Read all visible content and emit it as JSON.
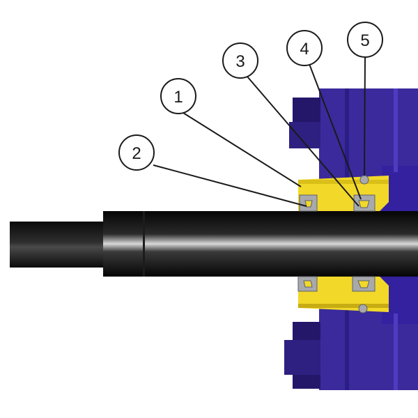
{
  "callouts": [
    {
      "label": "1"
    },
    {
      "label": "2"
    },
    {
      "label": "3"
    },
    {
      "label": "4"
    },
    {
      "label": "5"
    }
  ],
  "colors": {
    "housing": "#3b2a9c",
    "housing_dark": "#24176a",
    "housing_light": "#4d3cc0",
    "gland": "#f2d829",
    "gland_dark": "#c7ac12",
    "seal": "#a7a9ad",
    "seal_dark": "#5f6166",
    "rod": "#111111",
    "leader": "#1a1a1a"
  }
}
